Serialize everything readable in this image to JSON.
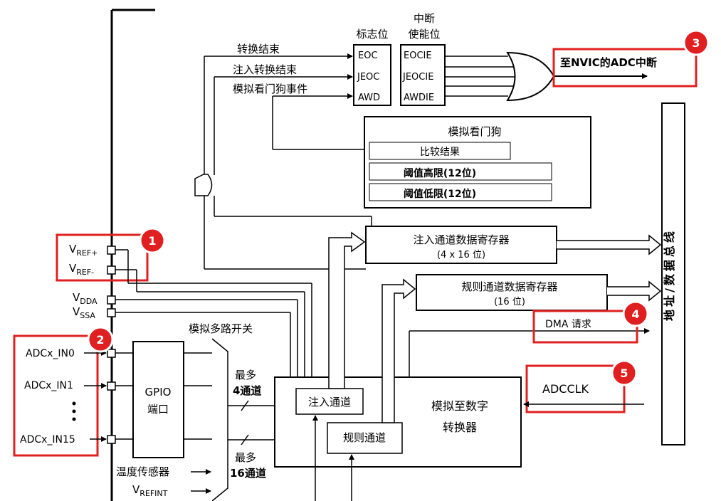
{
  "labels": {
    "flag_bits": "标志位",
    "int_enable_line1": "中断",
    "int_enable_line2": "使能位",
    "eoc": "EOC",
    "jeoc": "JEOC",
    "awd": "AWD",
    "eocie": "EOCIE",
    "jeocie": "JEOCIE",
    "awdie": "AWDIE",
    "conv_end": "转换结束",
    "inj_conv_end": "注入转换结束",
    "watchdog_event": "模拟看门狗事件",
    "nvic": "至NVIC的ADC中断",
    "watchdog_title": "模拟看门狗",
    "compare_result": "比较结果",
    "high_threshold": "阈值高限(12位)",
    "low_threshold": "阈值低限(12位)",
    "inj_data_reg": "注入通道数据寄存器",
    "inj_data_reg_size": "(4 x 16 位)",
    "reg_data_reg": "规则通道数据寄存器",
    "reg_data_reg_size": "(16 位)",
    "dma_request": "DMA 请求",
    "address_bus": "地址/数据总线",
    "vref_plus_main": "V",
    "vref_plus_sub": "REF+",
    "vref_minus_main": "V",
    "vref_minus_sub": "REF-",
    "vdda_main": "V",
    "vdda_sub": "DDA",
    "vssa_main": "V",
    "vssa_sub": "SSA",
    "analog_mux": "模拟多路开关",
    "in0": "ADCx_IN0",
    "in1": "ADCx_IN1",
    "in15": "ADCx_IN15",
    "gpio_line1": "GPIO",
    "gpio_line2": "端口",
    "temp_sensor": "温度传感器",
    "vrefint_main": "V",
    "vrefint_sub": "REFINT",
    "up_to_4_line1": "最多",
    "up_to_4_line2": "4通道",
    "up_to_16_line1": "最多",
    "up_to_16_line2": "16通道",
    "inj_channel": "注入通道",
    "reg_channel": "规则通道",
    "adc_line1": "模拟至数字",
    "adc_line2": "转换器",
    "adcclk": "ADCCLK"
  },
  "callouts": [
    "1",
    "2",
    "3",
    "4",
    "5"
  ],
  "colors": {
    "callout_red": "#e02020",
    "line": "#000000"
  }
}
